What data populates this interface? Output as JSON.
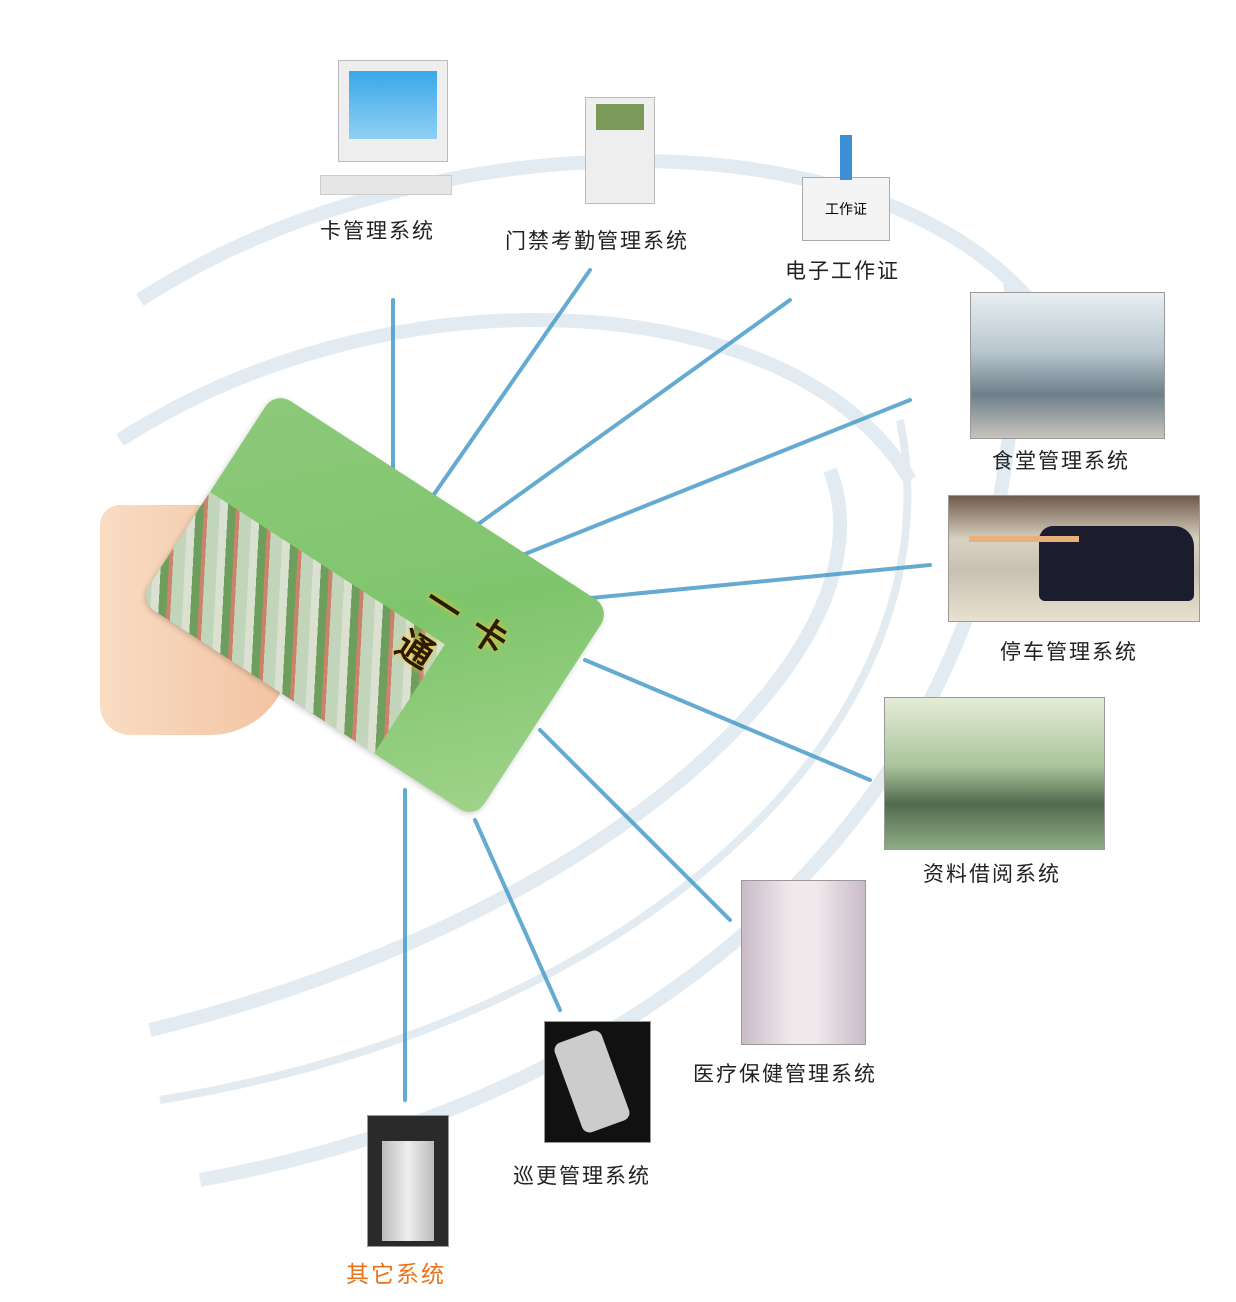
{
  "card": {
    "title": "一卡通"
  },
  "nodes": [
    {
      "label": "卡管理系统",
      "image": "computer"
    },
    {
      "label": "门禁考勤管理系统",
      "image": "keypad-terminal"
    },
    {
      "label": "电子工作证",
      "image": "id-badge",
      "badge_text": "工作证"
    },
    {
      "label": "食堂管理系统",
      "image": "canteen-photo"
    },
    {
      "label": "停车管理系统",
      "image": "parking-gate-photo"
    },
    {
      "label": "资料借阅系统",
      "image": "library-photo"
    },
    {
      "label": "医疗保健管理系统",
      "image": "hospital-corridor-photo"
    },
    {
      "label": "巡更管理系统",
      "image": "handheld-patrol-device"
    },
    {
      "label": "其它系统",
      "image": "elevator-photo",
      "color": "#e8731c"
    }
  ],
  "colors": {
    "line": "#4a9cc9",
    "arc": "#d8e6ef",
    "highlight": "#e8731c"
  }
}
